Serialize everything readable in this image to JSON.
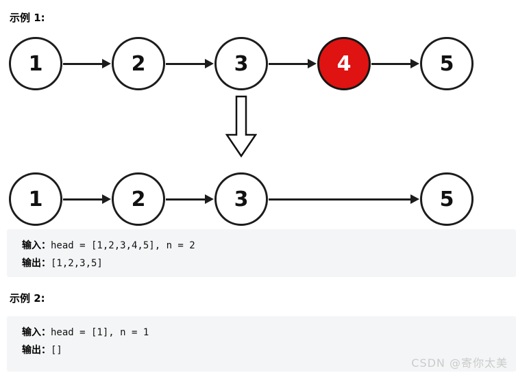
{
  "colors": {
    "highlight_node": "#de1312",
    "node_border": "#1c1c1c",
    "code_block_bg": "#f4f5f6",
    "watermark_text": "#cbcbcb"
  },
  "example1": {
    "heading": "示例 1:",
    "list_before": {
      "nodes": [
        "1",
        "2",
        "3",
        "4",
        "5"
      ],
      "highlight_index": 3
    },
    "list_after": {
      "nodes": [
        "1",
        "2",
        "3",
        "5"
      ]
    },
    "io": {
      "input_label": "输入：",
      "input_code": "head = [1,2,3,4,5], n = 2",
      "output_label": "输出：",
      "output_code": "[1,2,3,5]"
    }
  },
  "example2": {
    "heading": "示例 2:",
    "io": {
      "input_label": "输入：",
      "input_code": "head = [1], n = 1",
      "output_label": "输出：",
      "output_code": "[]"
    }
  },
  "watermark": "CSDN @寄你太美",
  "icons": {
    "down_arrow": "hollow-down-arrow"
  }
}
